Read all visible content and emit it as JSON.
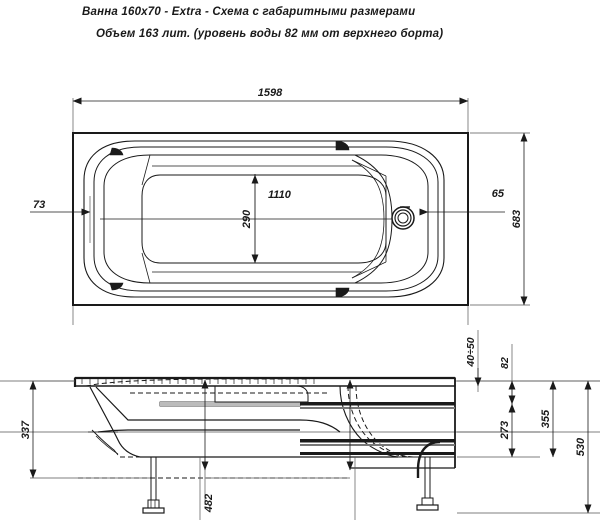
{
  "document": {
    "type": "technical-drawing",
    "title_line_1": "Ванна 160x70 - Extra - Схема с габаритными размерами",
    "title_line_2": "Объем 163 лит. (уровень воды 82 мм от верхнего борта)"
  },
  "colors": {
    "line": "#1a1a1a",
    "thin_line": "#444444",
    "background": "#ffffff"
  },
  "plan_view": {
    "name": "top-plan-view",
    "dimensions": {
      "overall_length": "1598",
      "overall_width": "683",
      "inner_length": "1110",
      "inner_width": "290",
      "left_offset": "73",
      "right_offset": "65"
    }
  },
  "side_view": {
    "name": "side-elevation-view",
    "dimensions": {
      "height_left": "337",
      "rim_thickness": "40÷50",
      "water_from_rim": "82",
      "inner_depth": "273",
      "bowl_height": "355",
      "total_height": "530",
      "leg_span": "482"
    }
  },
  "labels": {
    "d1598": "1598",
    "d683": "683",
    "d1110": "1110",
    "d290": "290",
    "d73": "73",
    "d65": "65",
    "d337": "337",
    "d4050": "40÷50",
    "d82": "82",
    "d273": "273",
    "d355": "355",
    "d530": "530",
    "d482": "482"
  }
}
